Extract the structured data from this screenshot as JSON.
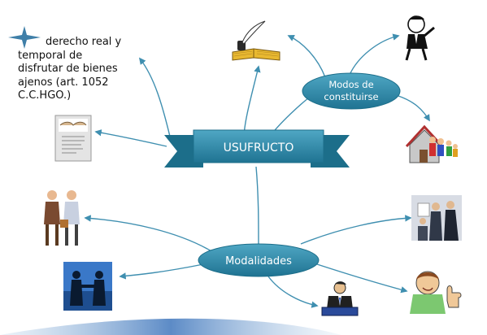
{
  "slide": {
    "definition": {
      "line1": "derecho real y",
      "line2": "temporal de",
      "line3": "disfrutar de bienes",
      "line4": "ajenos (art. 1052",
      "line5": "C.C.HGO.)"
    },
    "central_banner": {
      "label": "USUFRUCTO"
    },
    "node_modos": {
      "line1": "Modos de",
      "line2": "constituirse"
    },
    "node_modalidades": {
      "label": "Modalidades"
    }
  },
  "colors": {
    "teal_fill": "#2E8AA8",
    "teal_dark": "#1C6E8A",
    "connector": "#3F8FB0",
    "background": "#ffffff",
    "bottom_band": "#4A7EC0"
  },
  "icons": [
    "star-icon",
    "quill-book-icon",
    "thinking-man-icon",
    "family-house-icon",
    "handshake-document-icon",
    "business-people-icon",
    "handshake-silhouette-icon",
    "meeting-people-icon",
    "businessman-desk-icon",
    "thumbs-up-man-icon"
  ]
}
